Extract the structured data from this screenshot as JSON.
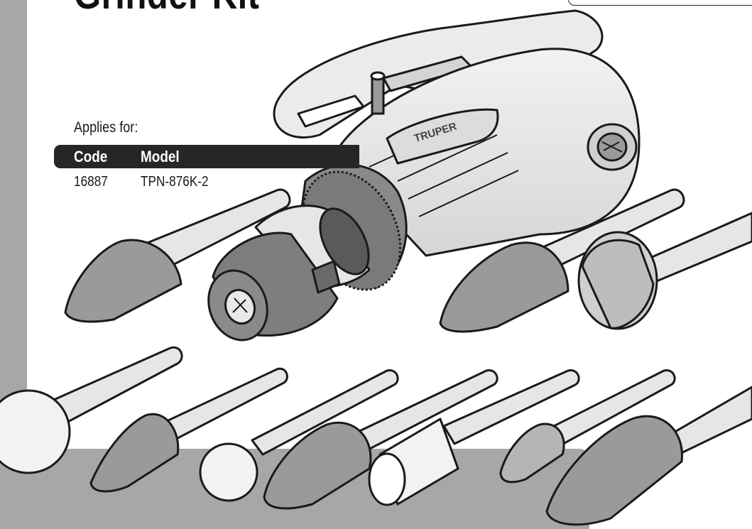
{
  "document": {
    "title": "Grinder Kit",
    "applies_label": "Applies for:",
    "table": {
      "headers": [
        "Code",
        "Model"
      ],
      "rows": [
        [
          "16887",
          "TPN-876K-2"
        ]
      ]
    },
    "brand_logo_text": "TRUPER"
  },
  "colors": {
    "panel_gray": "#a7a7a7",
    "header_dark": "#262626",
    "tool_light": "#e4e4e4",
    "stone_dark": "#8f8f8f"
  },
  "illustration": {
    "subject": "air-die-grinder",
    "accessory_bits": [
      "pointed-stone",
      "cone-stone",
      "cylinder-stone",
      "ball-stone",
      "tree-stone"
    ]
  }
}
